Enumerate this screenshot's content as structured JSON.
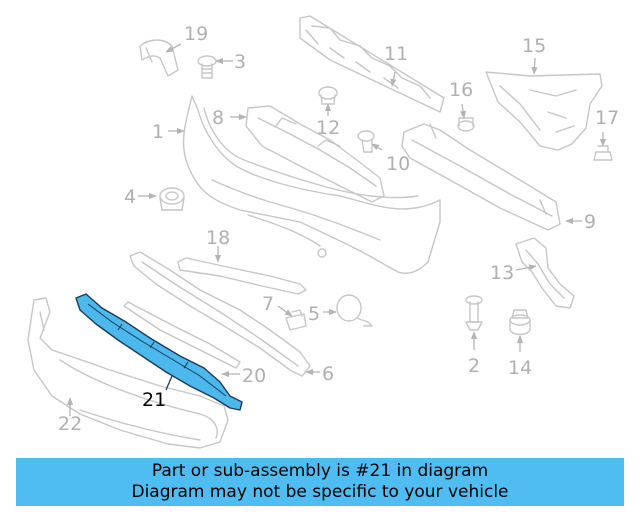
{
  "callouts": [
    {
      "id": "1",
      "label": "1",
      "highlighted": false
    },
    {
      "id": "2",
      "label": "2",
      "highlighted": false
    },
    {
      "id": "3",
      "label": "3",
      "highlighted": false
    },
    {
      "id": "4",
      "label": "4",
      "highlighted": false
    },
    {
      "id": "5",
      "label": "5",
      "highlighted": false
    },
    {
      "id": "6",
      "label": "6",
      "highlighted": false
    },
    {
      "id": "7",
      "label": "7",
      "highlighted": false
    },
    {
      "id": "8",
      "label": "8",
      "highlighted": false
    },
    {
      "id": "9",
      "label": "9",
      "highlighted": false
    },
    {
      "id": "10",
      "label": "10",
      "highlighted": false
    },
    {
      "id": "11",
      "label": "11",
      "highlighted": false
    },
    {
      "id": "12",
      "label": "12",
      "highlighted": false
    },
    {
      "id": "13",
      "label": "13",
      "highlighted": false
    },
    {
      "id": "14",
      "label": "14",
      "highlighted": false
    },
    {
      "id": "15",
      "label": "15",
      "highlighted": false
    },
    {
      "id": "16",
      "label": "16",
      "highlighted": false
    },
    {
      "id": "17",
      "label": "17",
      "highlighted": false
    },
    {
      "id": "18",
      "label": "18",
      "highlighted": false
    },
    {
      "id": "19",
      "label": "19",
      "highlighted": false
    },
    {
      "id": "20",
      "label": "20",
      "highlighted": false
    },
    {
      "id": "21",
      "label": "21",
      "highlighted": true
    },
    {
      "id": "22",
      "label": "22",
      "highlighted": false
    }
  ],
  "banner": {
    "line1": "Part or sub-assembly is #21 in diagram",
    "line2": "Diagram may not be specific to your vehicle"
  },
  "colors": {
    "highlight_fill": "#4cb8ec",
    "banner_bg": "#4fbcf2",
    "line_gray": "#c6c6c6",
    "label_gray": "#b0b0b0"
  }
}
